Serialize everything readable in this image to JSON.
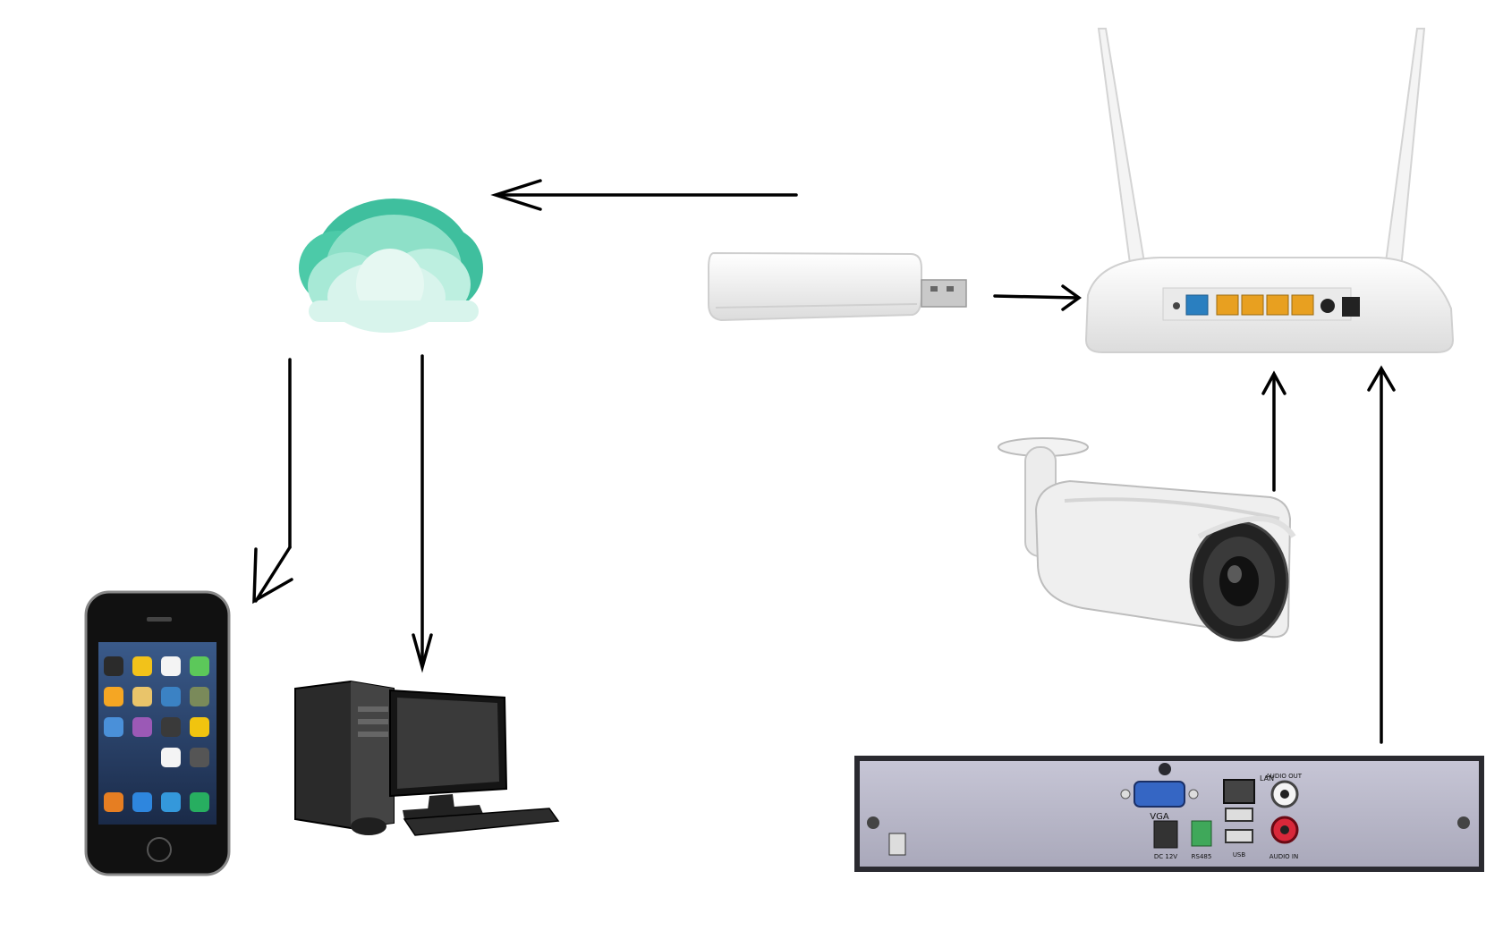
{
  "diagram": {
    "nodes": [
      {
        "id": "cloud",
        "icon": "cloud-icon"
      },
      {
        "id": "usb-modem",
        "icon": "usb-modem-icon"
      },
      {
        "id": "router",
        "icon": "wifi-router-icon"
      },
      {
        "id": "ip-camera",
        "icon": "bullet-camera-icon"
      },
      {
        "id": "nvr",
        "icon": "nvr-recorder-icon"
      },
      {
        "id": "smartphone",
        "icon": "smartphone-icon"
      },
      {
        "id": "desktop-pc",
        "icon": "desktop-computer-icon"
      }
    ],
    "edges": [
      {
        "from": "usb-modem",
        "to": "cloud"
      },
      {
        "from": "usb-modem",
        "to": "router"
      },
      {
        "from": "ip-camera",
        "to": "router"
      },
      {
        "from": "nvr",
        "to": "router"
      },
      {
        "from": "cloud",
        "to": "smartphone"
      },
      {
        "from": "cloud",
        "to": "desktop-pc"
      }
    ]
  },
  "nvr_panel": {
    "vga": "VGA",
    "lan": "LAN",
    "audio_out": "AUDIO OUT",
    "audio_in": "AUDIO IN",
    "rs485": "RS485",
    "dc": "DC 12V",
    "usb": "USB"
  },
  "colors": {
    "cloud_dark": "#3fbf9e",
    "cloud_mid": "#8ee0c8",
    "cloud_light": "#d8f4ec",
    "lan_port": "#e8a020",
    "wan_port": "#2a7fc0",
    "arrow": "#000000"
  }
}
